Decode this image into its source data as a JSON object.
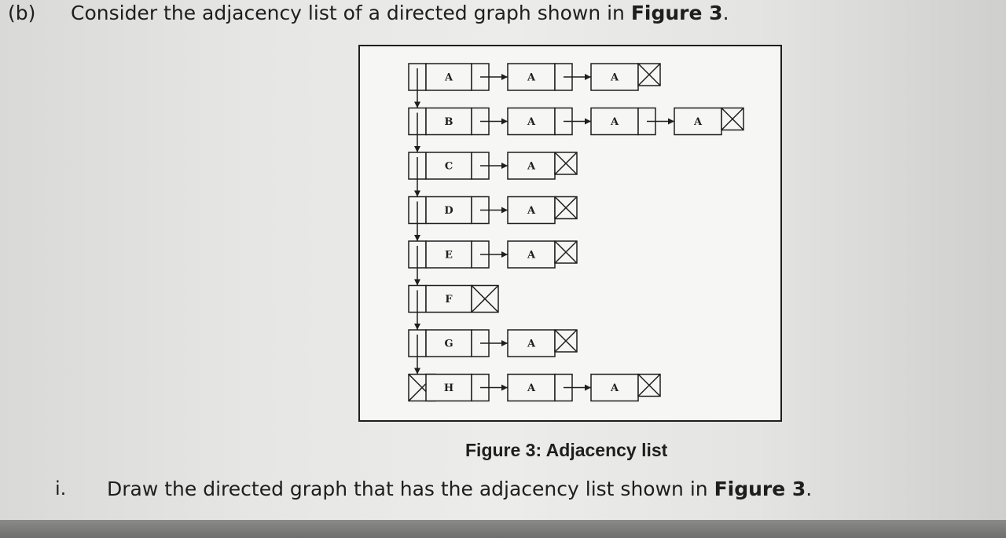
{
  "question": {
    "label": "(b)",
    "text_plain": "Consider the adjacency list of a directed graph shown in ",
    "text_bold": "Figure 3",
    "text_end": "."
  },
  "figure": {
    "caption": "Figure 3: Adjacency list",
    "rows": [
      {
        "vertex": "A",
        "neighbors": [
          "A",
          "A"
        ]
      },
      {
        "vertex": "B",
        "neighbors": [
          "A",
          "A",
          "A"
        ]
      },
      {
        "vertex": "C",
        "neighbors": [
          "A"
        ]
      },
      {
        "vertex": "D",
        "neighbors": [
          "A"
        ]
      },
      {
        "vertex": "E",
        "neighbors": [
          "A"
        ]
      },
      {
        "vertex": "F",
        "neighbors": []
      },
      {
        "vertex": "G",
        "neighbors": [
          "A"
        ]
      },
      {
        "vertex": "H",
        "neighbors": [
          "A",
          "A"
        ]
      }
    ]
  },
  "subquestion": {
    "label": "i.",
    "text_plain": "Draw the directed graph that has the adjacency list shown in ",
    "text_bold": "Figure 3",
    "text_end": "."
  }
}
